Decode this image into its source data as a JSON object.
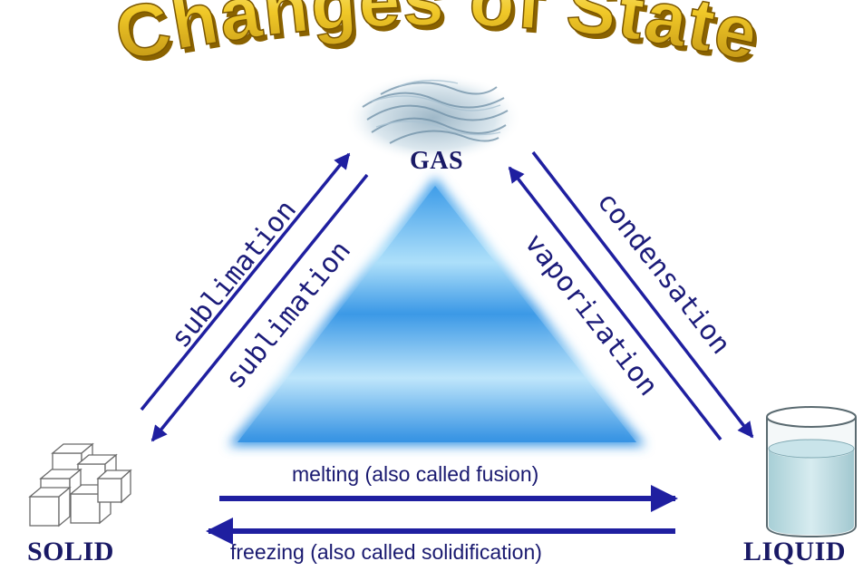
{
  "diagram": {
    "title": "Changes of State",
    "states": {
      "gas": "GAS",
      "solid": "SOLID",
      "liquid": "LIQUID"
    },
    "processes": {
      "sublimation_up": "sublimation",
      "sublimation_down": "sublimation",
      "vaporization": "vaporization",
      "condensation": "condensation",
      "melting": "melting (also called fusion)",
      "freezing": "freezing (also called solidification)"
    },
    "colors": {
      "arrow": "#1f1fa0",
      "title_fill": "#e8c020",
      "triangle_light": "#e6f6ff",
      "triangle_dark": "#2a8ee0"
    }
  }
}
